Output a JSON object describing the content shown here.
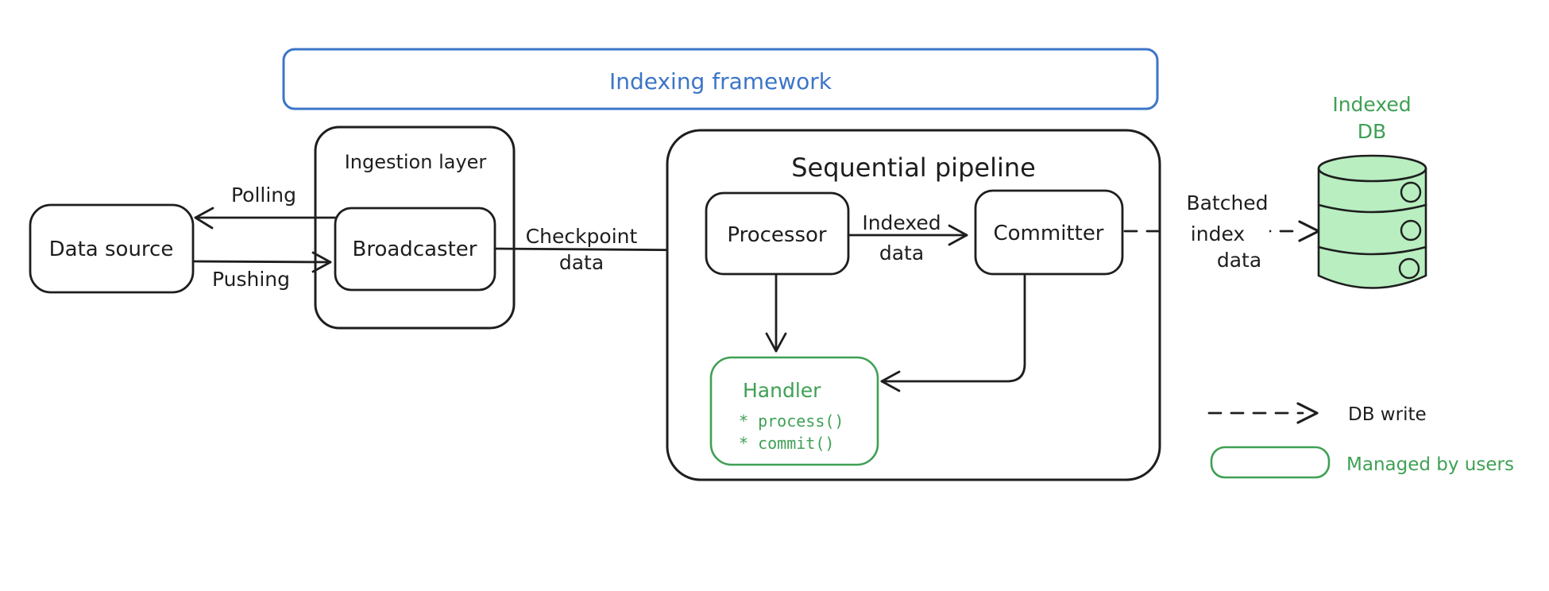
{
  "title": {
    "indexing_framework": "Indexing framework"
  },
  "nodes": {
    "data_source": "Data source",
    "ingestion_layer": "Ingestion layer",
    "broadcaster": "Broadcaster",
    "sequential_pipeline": "Sequential pipeline",
    "processor": "Processor",
    "committer": "Committer",
    "handler": "Handler",
    "handler_methods": [
      "* process()",
      "* commit()"
    ],
    "indexed_db_line1": "Indexed",
    "indexed_db_line2": "DB"
  },
  "edges": {
    "polling": "Polling",
    "pushing": "Pushing",
    "checkpoint_line1": "Checkpoint",
    "checkpoint_line2": "data",
    "indexed_line1": "Indexed",
    "indexed_line2": "data",
    "batched_line1": "Batched",
    "batched_line2": "index",
    "batched_line3": "data"
  },
  "legend": {
    "db_write": "DB write",
    "managed_by_users": "Managed by users"
  },
  "colors": {
    "stroke": "#1e1e1e",
    "blue": "#3c75c8",
    "green": "#3fa054",
    "green_fill": "#b8eec0"
  }
}
